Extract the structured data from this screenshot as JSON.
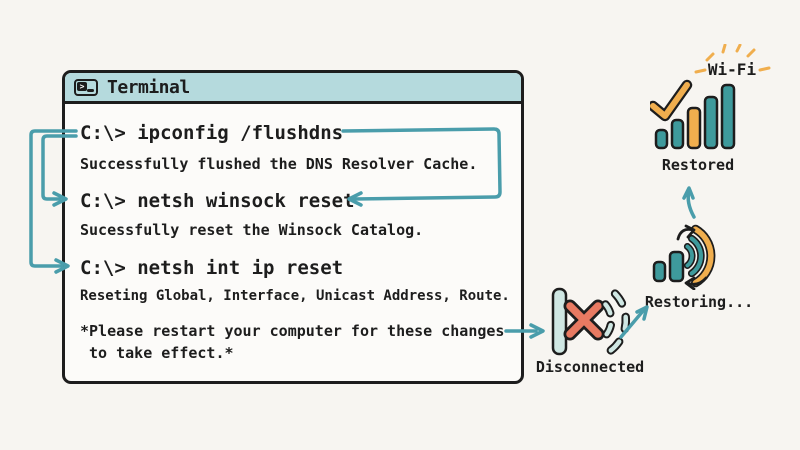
{
  "colors": {
    "background": "#f7f5f1",
    "outline": "#1d1d1d",
    "titlebar_teal": "#b5dadd",
    "arrow_teal": "#4a9dab",
    "signal_teal": "#3e9a9c",
    "pale_teal": "#cfe7e3",
    "accent_orange": "#f0ae4e",
    "error_red": "#e87a62",
    "terminal_bg": "#fcfbf9"
  },
  "terminal": {
    "title": "Terminal",
    "entries": [
      {
        "command": "C:\\> ipconfig /flushdns",
        "output": "Successfully flushed the DNS Resolver Cache."
      },
      {
        "command": "C:\\> netsh winsock reset",
        "output": "Sucessfully reset the Winsock Catalog."
      },
      {
        "command": "C:\\> netsh int ip reset",
        "output": "Reseting Global, Interface, Unicast Address, Route."
      }
    ],
    "note_line1": "*Please restart your computer for these changes",
    "note_line2": " to take effect.*"
  },
  "flow": {
    "disconnected_label": "Disconnected",
    "restoring_label": "Restoring...",
    "restored_label": "Restored",
    "wifi_label": "Wi-Fi"
  },
  "icons": {
    "terminal_icon": "terminal-window-prompt",
    "disconnected_icon": "signal-bar-with-x-and-broken-arcs",
    "restoring_icon": "signal-bars-arcs-with-refresh-arrows",
    "restored_icon": "full-signal-bars-with-checkmark",
    "wifi_sparkle_icon": "sparkle-dashes"
  }
}
